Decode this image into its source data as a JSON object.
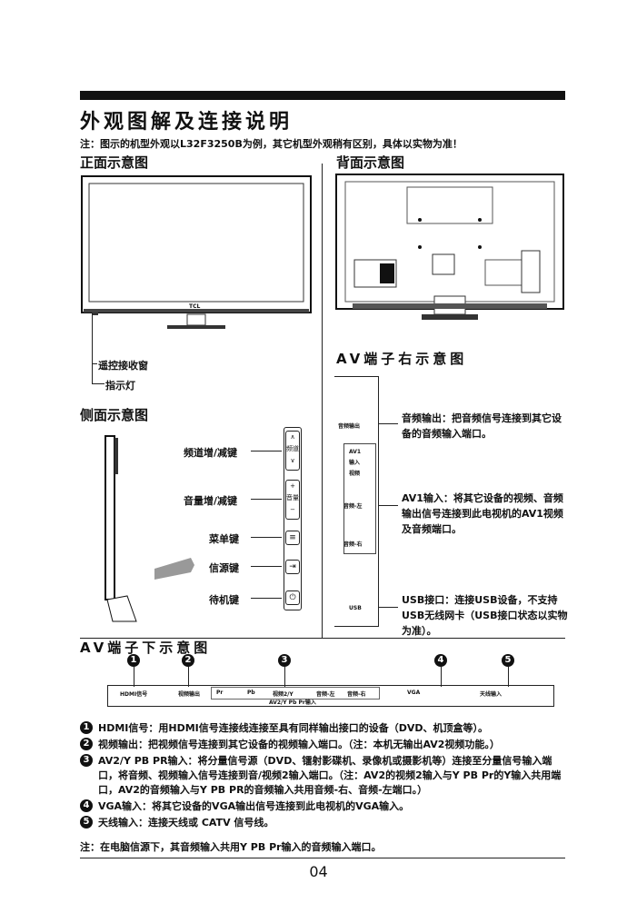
{
  "title": "外观图解及连接说明",
  "note_top": "注：图示的机型外观以L32F3250B为例，其它机型外观稍有区别，具体以实物为准！",
  "front": {
    "heading": "正面示意图",
    "logo": "TCL",
    "labels": [
      "遥控接收窗",
      "指示灯"
    ]
  },
  "back": {
    "heading": "背面示意图"
  },
  "side": {
    "heading": "侧面示意图",
    "keys": [
      {
        "label": "频道增/减键",
        "glyph": "频道"
      },
      {
        "label": "音量增/减键",
        "glyph": "音量"
      },
      {
        "label": "菜单键",
        "glyph": "≡"
      },
      {
        "label": "信源键",
        "glyph": "⇥"
      },
      {
        "label": "待机键",
        "glyph": "⏻"
      }
    ]
  },
  "av_right": {
    "heading": "AV端子右示意图",
    "ports": [
      "音频输出",
      "AV1",
      "输入",
      "视频",
      "音频-左",
      "音频-右",
      "USB"
    ],
    "descriptions": [
      "音频输出：把音频信号连接到其它设备的音频输入端口。",
      "AV1输入：将其它设备的视频、音频输出信号连接到此电视机的AV1视频及音频端口。",
      "USB接口：连接USB设备，不支持USB无线网卡（USB接口状态以实物为准）。"
    ]
  },
  "av_bottom": {
    "heading": "AV端子下示意图",
    "numbers": [
      "1",
      "2",
      "3",
      "4",
      "5"
    ],
    "ports": [
      "HDMI信号",
      "视频输出",
      "Pr",
      "Pb",
      "视频2/Y",
      "音频-左",
      "音频-右",
      "VGA",
      "天线输入"
    ],
    "group_label": "AV2/Y Pb Pr输入"
  },
  "notes": [
    {
      "num": "1",
      "text": "HDMI信号：用HDMI信号连接线连接至具有同样输出接口的设备（DVD、机顶盒等）。"
    },
    {
      "num": "2",
      "text": "视频输出：把视频信号连接到其它设备的视频输入端口。（注：本机无输出AV2视频功能。）"
    },
    {
      "num": "3",
      "text": "AV2/Y PB PR输入：将分量信号源（DVD、镭射影碟机、录像机或摄影机等）连接至分量信号输入端口，将音频、视频输入信号连接到音/视频2输入端口。（注：AV2的视频2输入与Y PB Pr的Y输入共用端口，AV2的音频输入与Y PB PR的音频输入共用音频-右、音频-左端口。）"
    },
    {
      "num": "4",
      "text": "VGA输入：将其它设备的VGA输出信号连接到此电视机的VGA输入。"
    },
    {
      "num": "5",
      "text": "天线输入：连接天线或 CATV 信号线。"
    }
  ],
  "footer_note": "注：在电脑信源下，其音频输入共用Y PB Pr输入的音频输入端口。",
  "page_number": "04"
}
